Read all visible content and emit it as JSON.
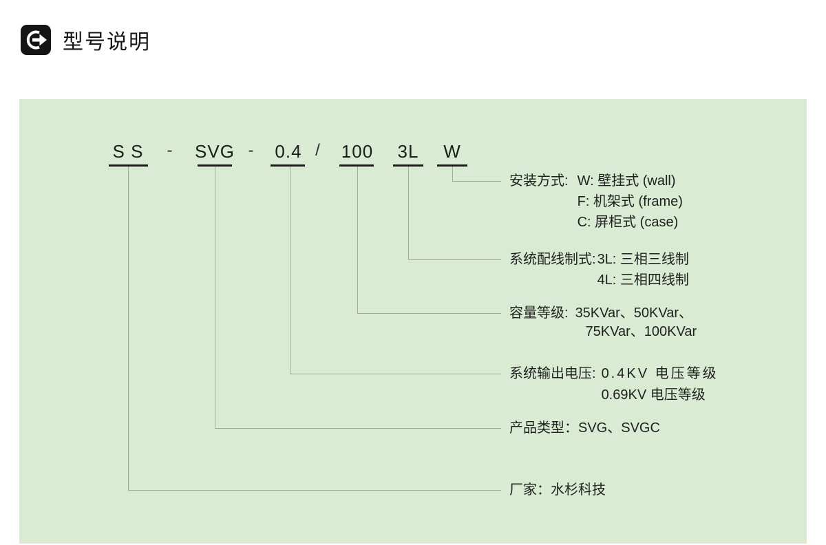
{
  "header": {
    "title": "型号说明",
    "icon": "circular-arrow-icon"
  },
  "colors": {
    "panel_bg": "#d9ecd3",
    "connector_line": "#a3aaa0",
    "underline": "#1c1c1c",
    "text": "#1f1f1f",
    "icon_bg": "#151515"
  },
  "model_code": {
    "segments": [
      "S S",
      "-",
      "SVG",
      "-",
      "0.4",
      "/",
      "100",
      "3L",
      "W"
    ]
  },
  "rows": [
    {
      "label": "安装方式:",
      "values": [
        "W: 壁挂式 (wall)",
        "F: 机架式 (frame)",
        "C: 屏柜式 (case)"
      ]
    },
    {
      "label": "系统配线制式:",
      "values": [
        "3L: 三相三线制",
        "4L: 三相四线制"
      ]
    },
    {
      "label": "容量等级:",
      "values": [
        "35KVar、50KVar、",
        "75KVar、100KVar"
      ]
    },
    {
      "label": "系统输出电压:",
      "values": [
        "0.4KV 电压等级",
        "0.69KV 电压等级"
      ]
    },
    {
      "label": "产品类型：",
      "values": [
        "SVG、SVGC"
      ]
    },
    {
      "label": "厂家：",
      "values": [
        "水杉科技"
      ]
    }
  ]
}
